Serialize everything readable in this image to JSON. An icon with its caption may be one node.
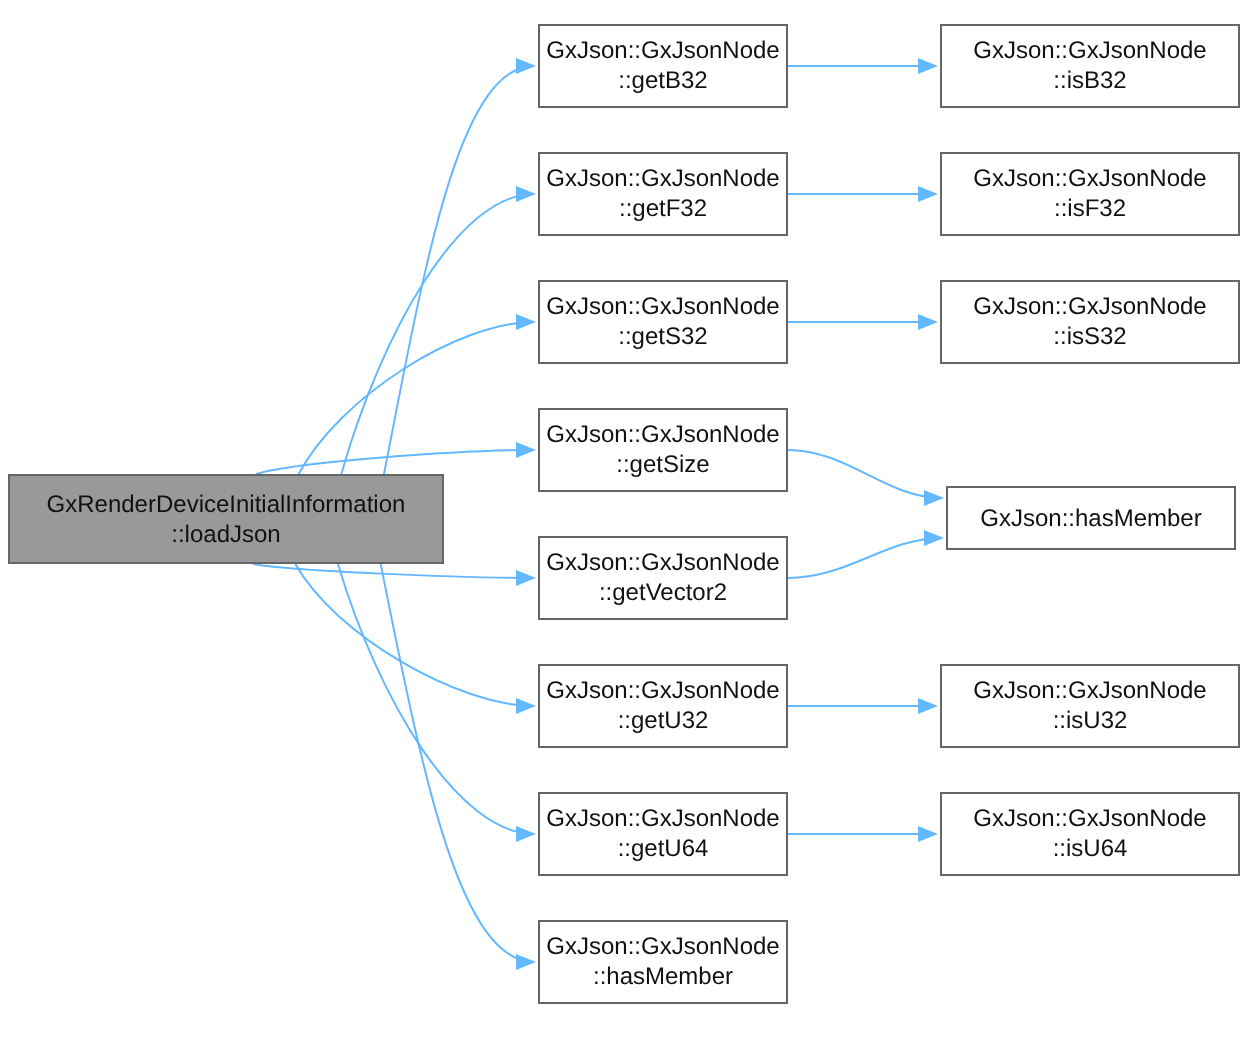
{
  "diagram": {
    "nodes": [
      {
        "text": [
          "GxRenderDeviceInitialInformation ::loadJson"
        ]
      },
      {
        "text": [
          "GxJson::GxJsonNode ::getB32"
        ]
      },
      {
        "text": [
          "GxJson::GxJsonNode ::isB32"
        ]
      },
      {
        "text": [
          "GxJson::GxJsonNode ::getF32"
        ]
      },
      {
        "text": [
          "GxJson::GxJsonNode ::isF32"
        ]
      },
      {
        "text": [
          "GxJson::GxJsonNode ::getS32"
        ]
      },
      {
        "text": [
          "GxJson::GxJsonNode ::isS32"
        ]
      },
      {
        "text": [
          "GxJson::GxJsonNode ::getSize"
        ]
      },
      {
        "text": [
          "GxJson::hasMember"
        ]
      },
      {
        "text": [
          "GxJson::GxJsonNode ::getVector2"
        ]
      },
      {
        "text": [
          "GxJson::GxJsonNode ::getU32"
        ]
      },
      {
        "text": [
          "GxJson::GxJsonNode ::isU32"
        ]
      },
      {
        "text": [
          "GxJson::GxJsonNode ::getU64"
        ]
      },
      {
        "text": [
          "GxJson::GxJsonNode ::isU64"
        ]
      },
      {
        "text": [
          "GxJson::GxJsonNode ::hasMember"
        ]
      }
    ],
    "edges": [
      {
        "from": 0,
        "to": 1,
        "arrow": "to"
      },
      {
        "from": 0,
        "to": 3,
        "arrow": "to"
      },
      {
        "from": 0,
        "to": 5,
        "arrow": "to"
      },
      {
        "from": 0,
        "to": 7,
        "arrow": "to"
      },
      {
        "from": 0,
        "to": 9,
        "arrow": "to"
      },
      {
        "from": 0,
        "to": 10,
        "arrow": "to"
      },
      {
        "from": 0,
        "to": 12,
        "arrow": "to"
      },
      {
        "from": 0,
        "to": 14,
        "arrow": "to"
      },
      {
        "from": 1,
        "to": 2,
        "arrow": "to"
      },
      {
        "from": 3,
        "to": 4,
        "arrow": "to"
      },
      {
        "from": 5,
        "to": 6,
        "arrow": "to"
      },
      {
        "from": 7,
        "to": 8,
        "arrow": "to"
      },
      {
        "from": 9,
        "to": 8,
        "arrow": "to"
      },
      {
        "from": 10,
        "to": 11,
        "arrow": "to"
      },
      {
        "from": 12,
        "to": 13,
        "arrow": "to"
      }
    ]
  }
}
